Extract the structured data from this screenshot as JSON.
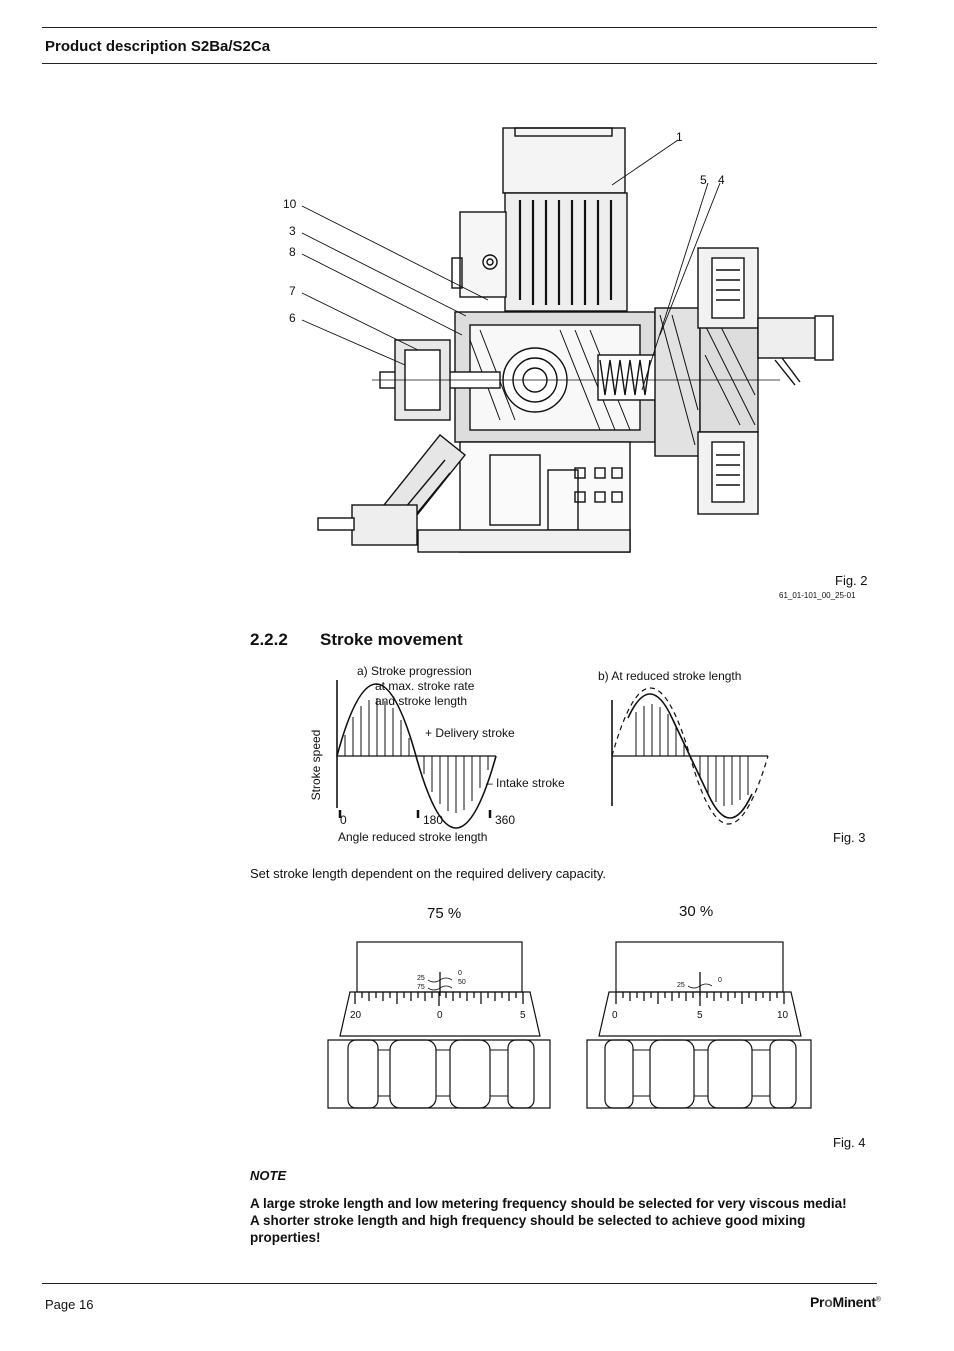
{
  "header": {
    "title": "Product description S2Ba/S2Ca"
  },
  "fig2": {
    "callouts": [
      {
        "label": "1"
      },
      {
        "label": "5"
      },
      {
        "label": "4"
      },
      {
        "label": "10"
      },
      {
        "label": "3"
      },
      {
        "label": "8"
      },
      {
        "label": "7"
      },
      {
        "label": "6"
      }
    ],
    "caption": "Fig. 2",
    "code": "61_01-101_00_25-01"
  },
  "section": {
    "number": "2.2.2",
    "title": "Stroke movement"
  },
  "fig3": {
    "panel_a_label": "a)  Stroke progression",
    "panel_a_line2": "at max. stroke rate",
    "panel_a_line3": "and stroke length",
    "panel_b_label": "b)  At reduced stroke length",
    "y_label": "Stroke speed",
    "delivery_label": "+ Delivery stroke",
    "intake_label": "– Intake stroke",
    "ticks": [
      "0",
      "180",
      "360"
    ],
    "x_label": "Angle reduced stroke length",
    "caption": "Fig. 3"
  },
  "body_text": "Set stroke length dependent on the required delivery capacity.",
  "fig4": {
    "left": {
      "percent": "75 %",
      "scale": [
        "20",
        "0",
        "5"
      ],
      "small": [
        "25",
        "75",
        "0",
        "50"
      ]
    },
    "right": {
      "percent": "30 %",
      "scale": [
        "0",
        "5",
        "10"
      ],
      "small": [
        "25",
        "0"
      ]
    },
    "caption": "Fig. 4"
  },
  "note": {
    "label": "NOTE",
    "line1": "A large stroke length and low metering frequency should be selected for very viscous media!",
    "line2": "A shorter stroke length and high frequency should be selected to achieve good mixing properties!"
  },
  "footer": {
    "page": "Page 16",
    "logo_a": "Pr",
    "logo_b": "o",
    "logo_c": "Minent",
    "logo_reg": "®"
  },
  "colors": {
    "ink": "#111111",
    "logo_accent": "#555555"
  }
}
